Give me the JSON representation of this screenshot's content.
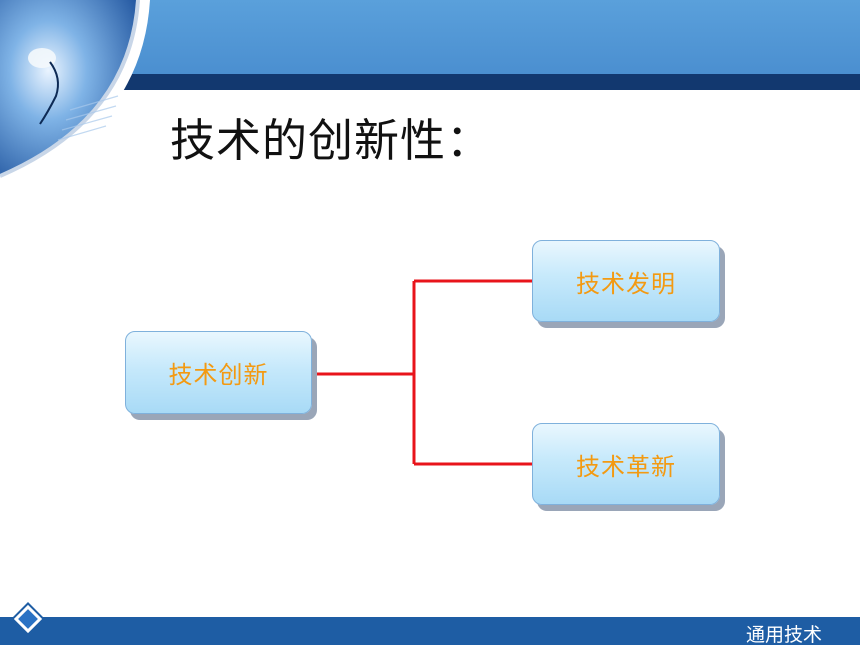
{
  "slide": {
    "title": "技术的创新性："
  },
  "diagram": {
    "root": {
      "label": "技术创新"
    },
    "children": [
      {
        "label": "技术发明"
      },
      {
        "label": "技术革新"
      }
    ],
    "connector_color": "#e8141b"
  },
  "footer": {
    "text": "通用技术"
  },
  "colors": {
    "header": "#4b8fd0",
    "header_stripe": "#12386f",
    "footer": "#1e5da4",
    "node_label": "#f39a12"
  }
}
